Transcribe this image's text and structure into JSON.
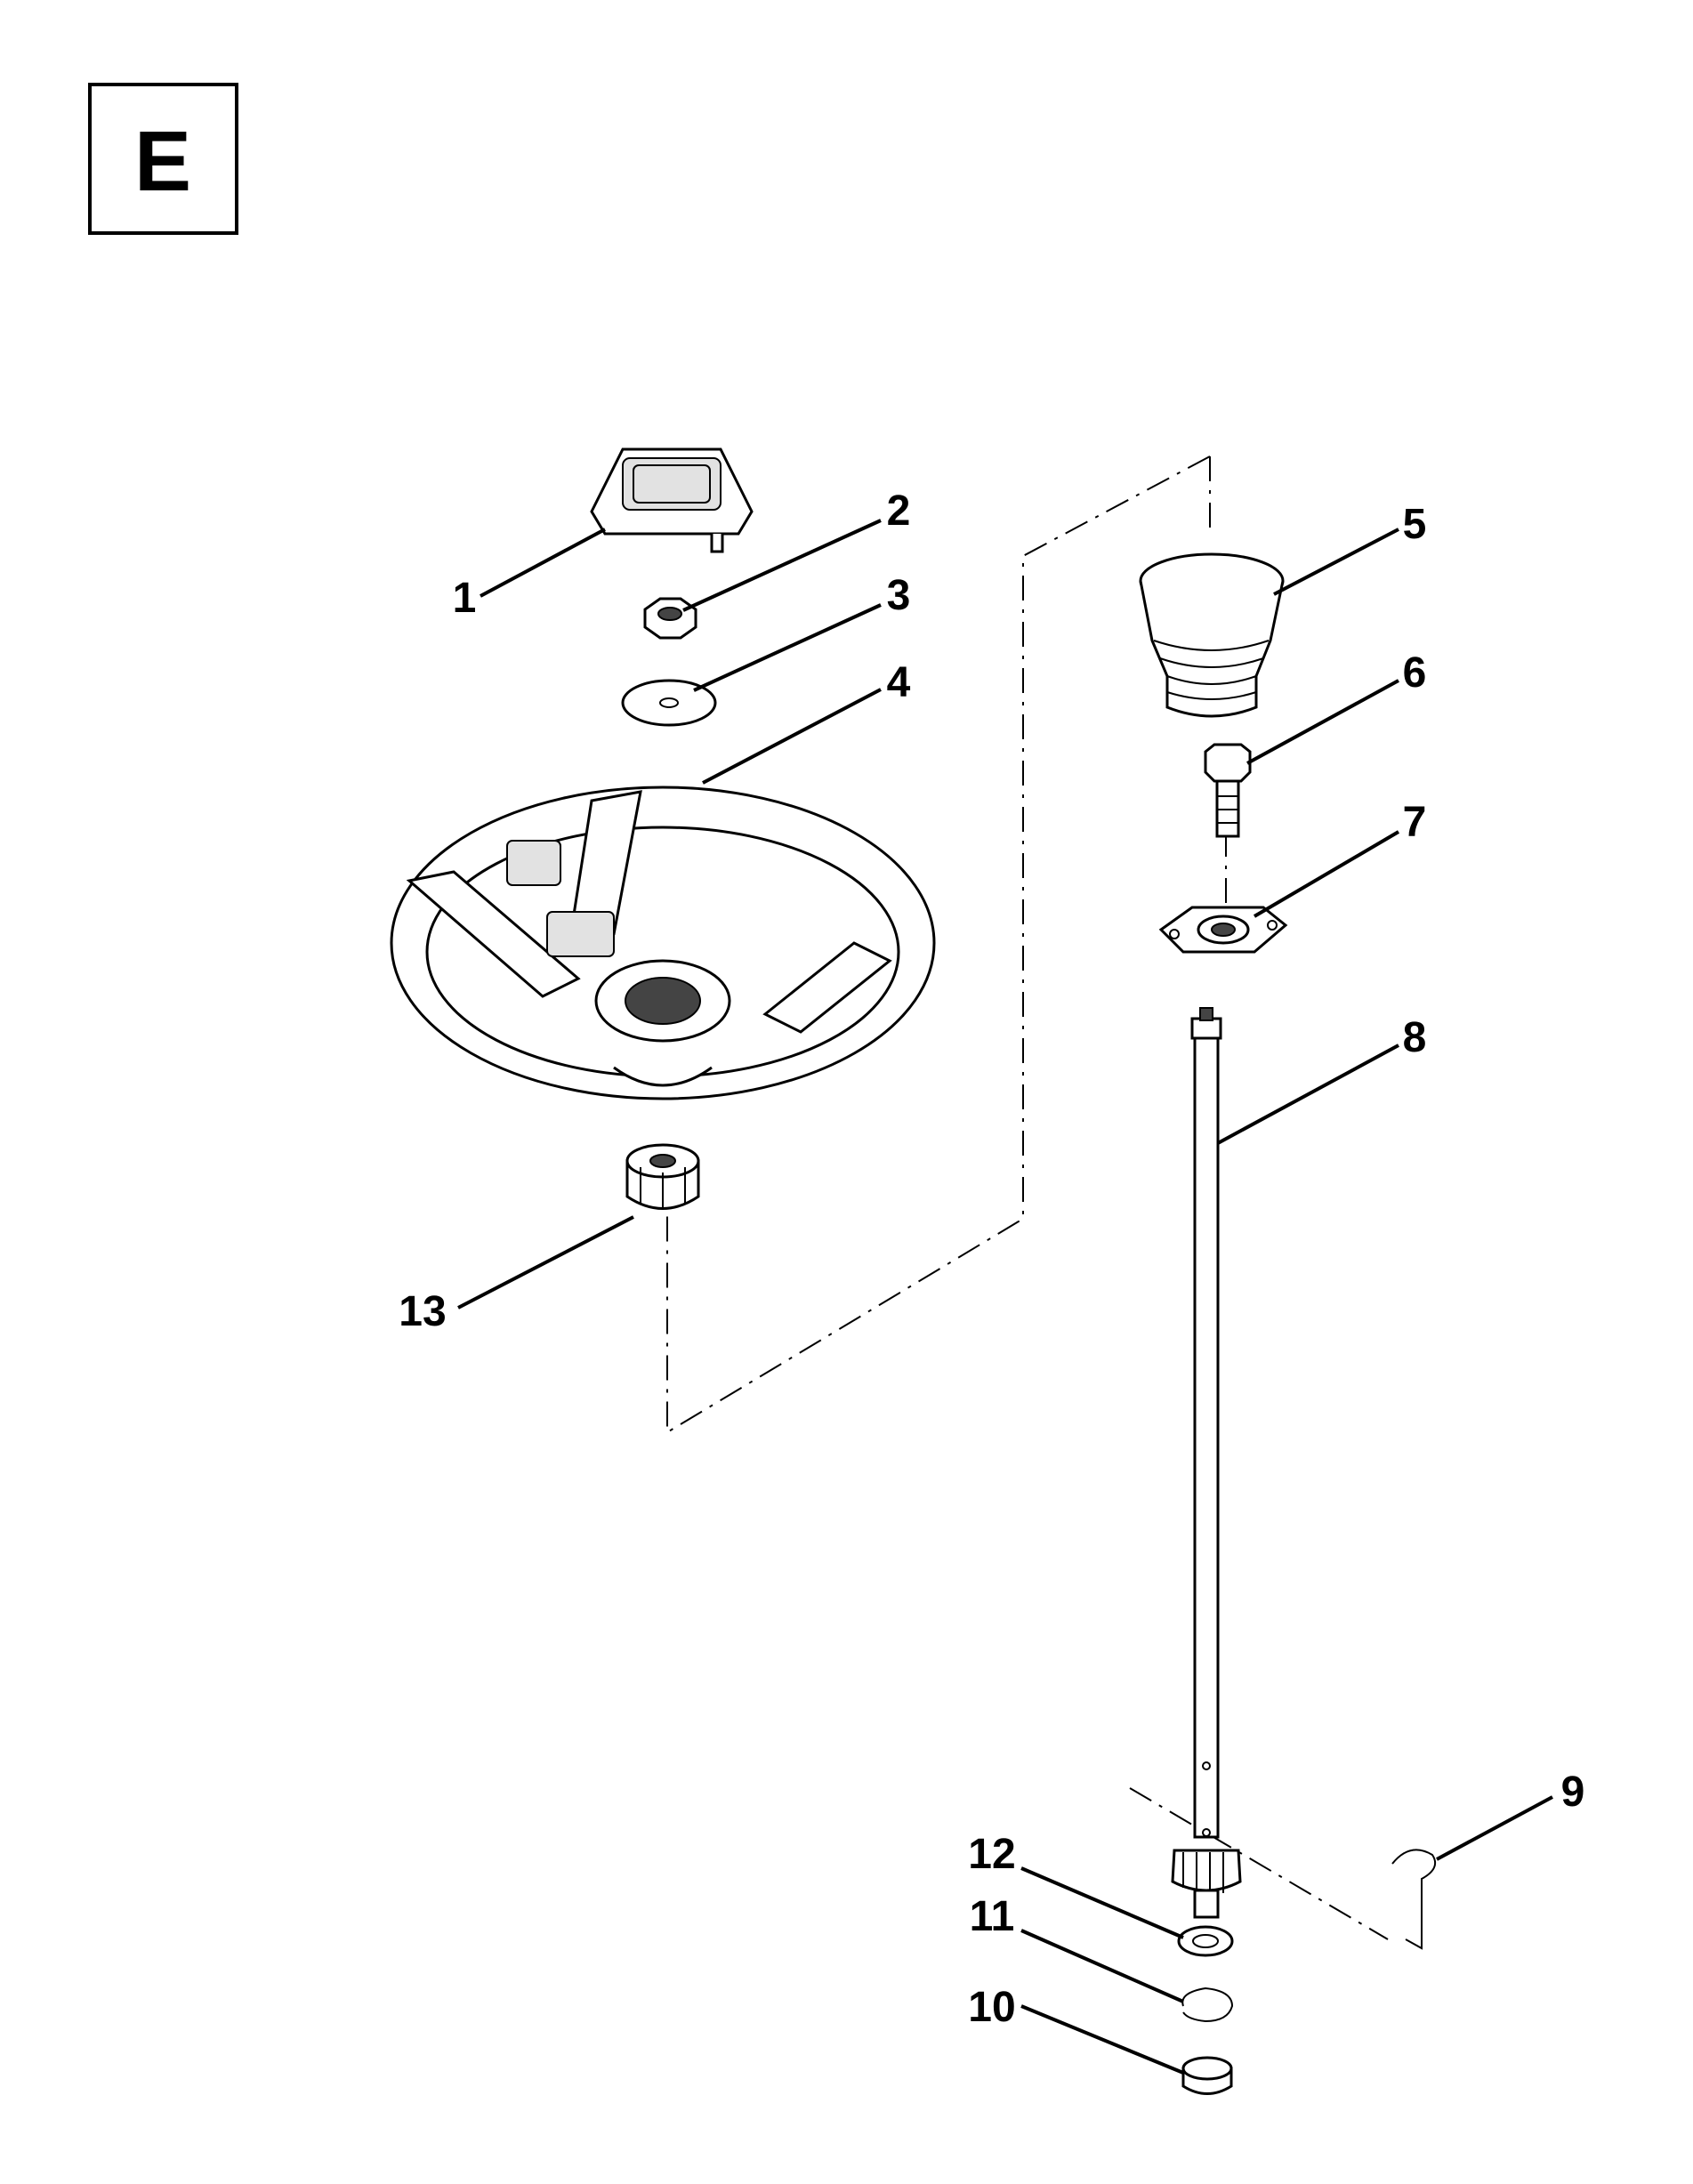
{
  "section": {
    "letter": "E"
  },
  "callouts": [
    {
      "id": "1",
      "label": "1"
    },
    {
      "id": "2",
      "label": "2"
    },
    {
      "id": "3",
      "label": "3"
    },
    {
      "id": "4",
      "label": "4"
    },
    {
      "id": "5",
      "label": "5"
    },
    {
      "id": "6",
      "label": "6"
    },
    {
      "id": "7",
      "label": "7"
    },
    {
      "id": "8",
      "label": "8"
    },
    {
      "id": "9",
      "label": "9"
    },
    {
      "id": "10",
      "label": "10"
    },
    {
      "id": "11",
      "label": "11"
    },
    {
      "id": "12",
      "label": "12"
    },
    {
      "id": "13",
      "label": "13"
    }
  ]
}
